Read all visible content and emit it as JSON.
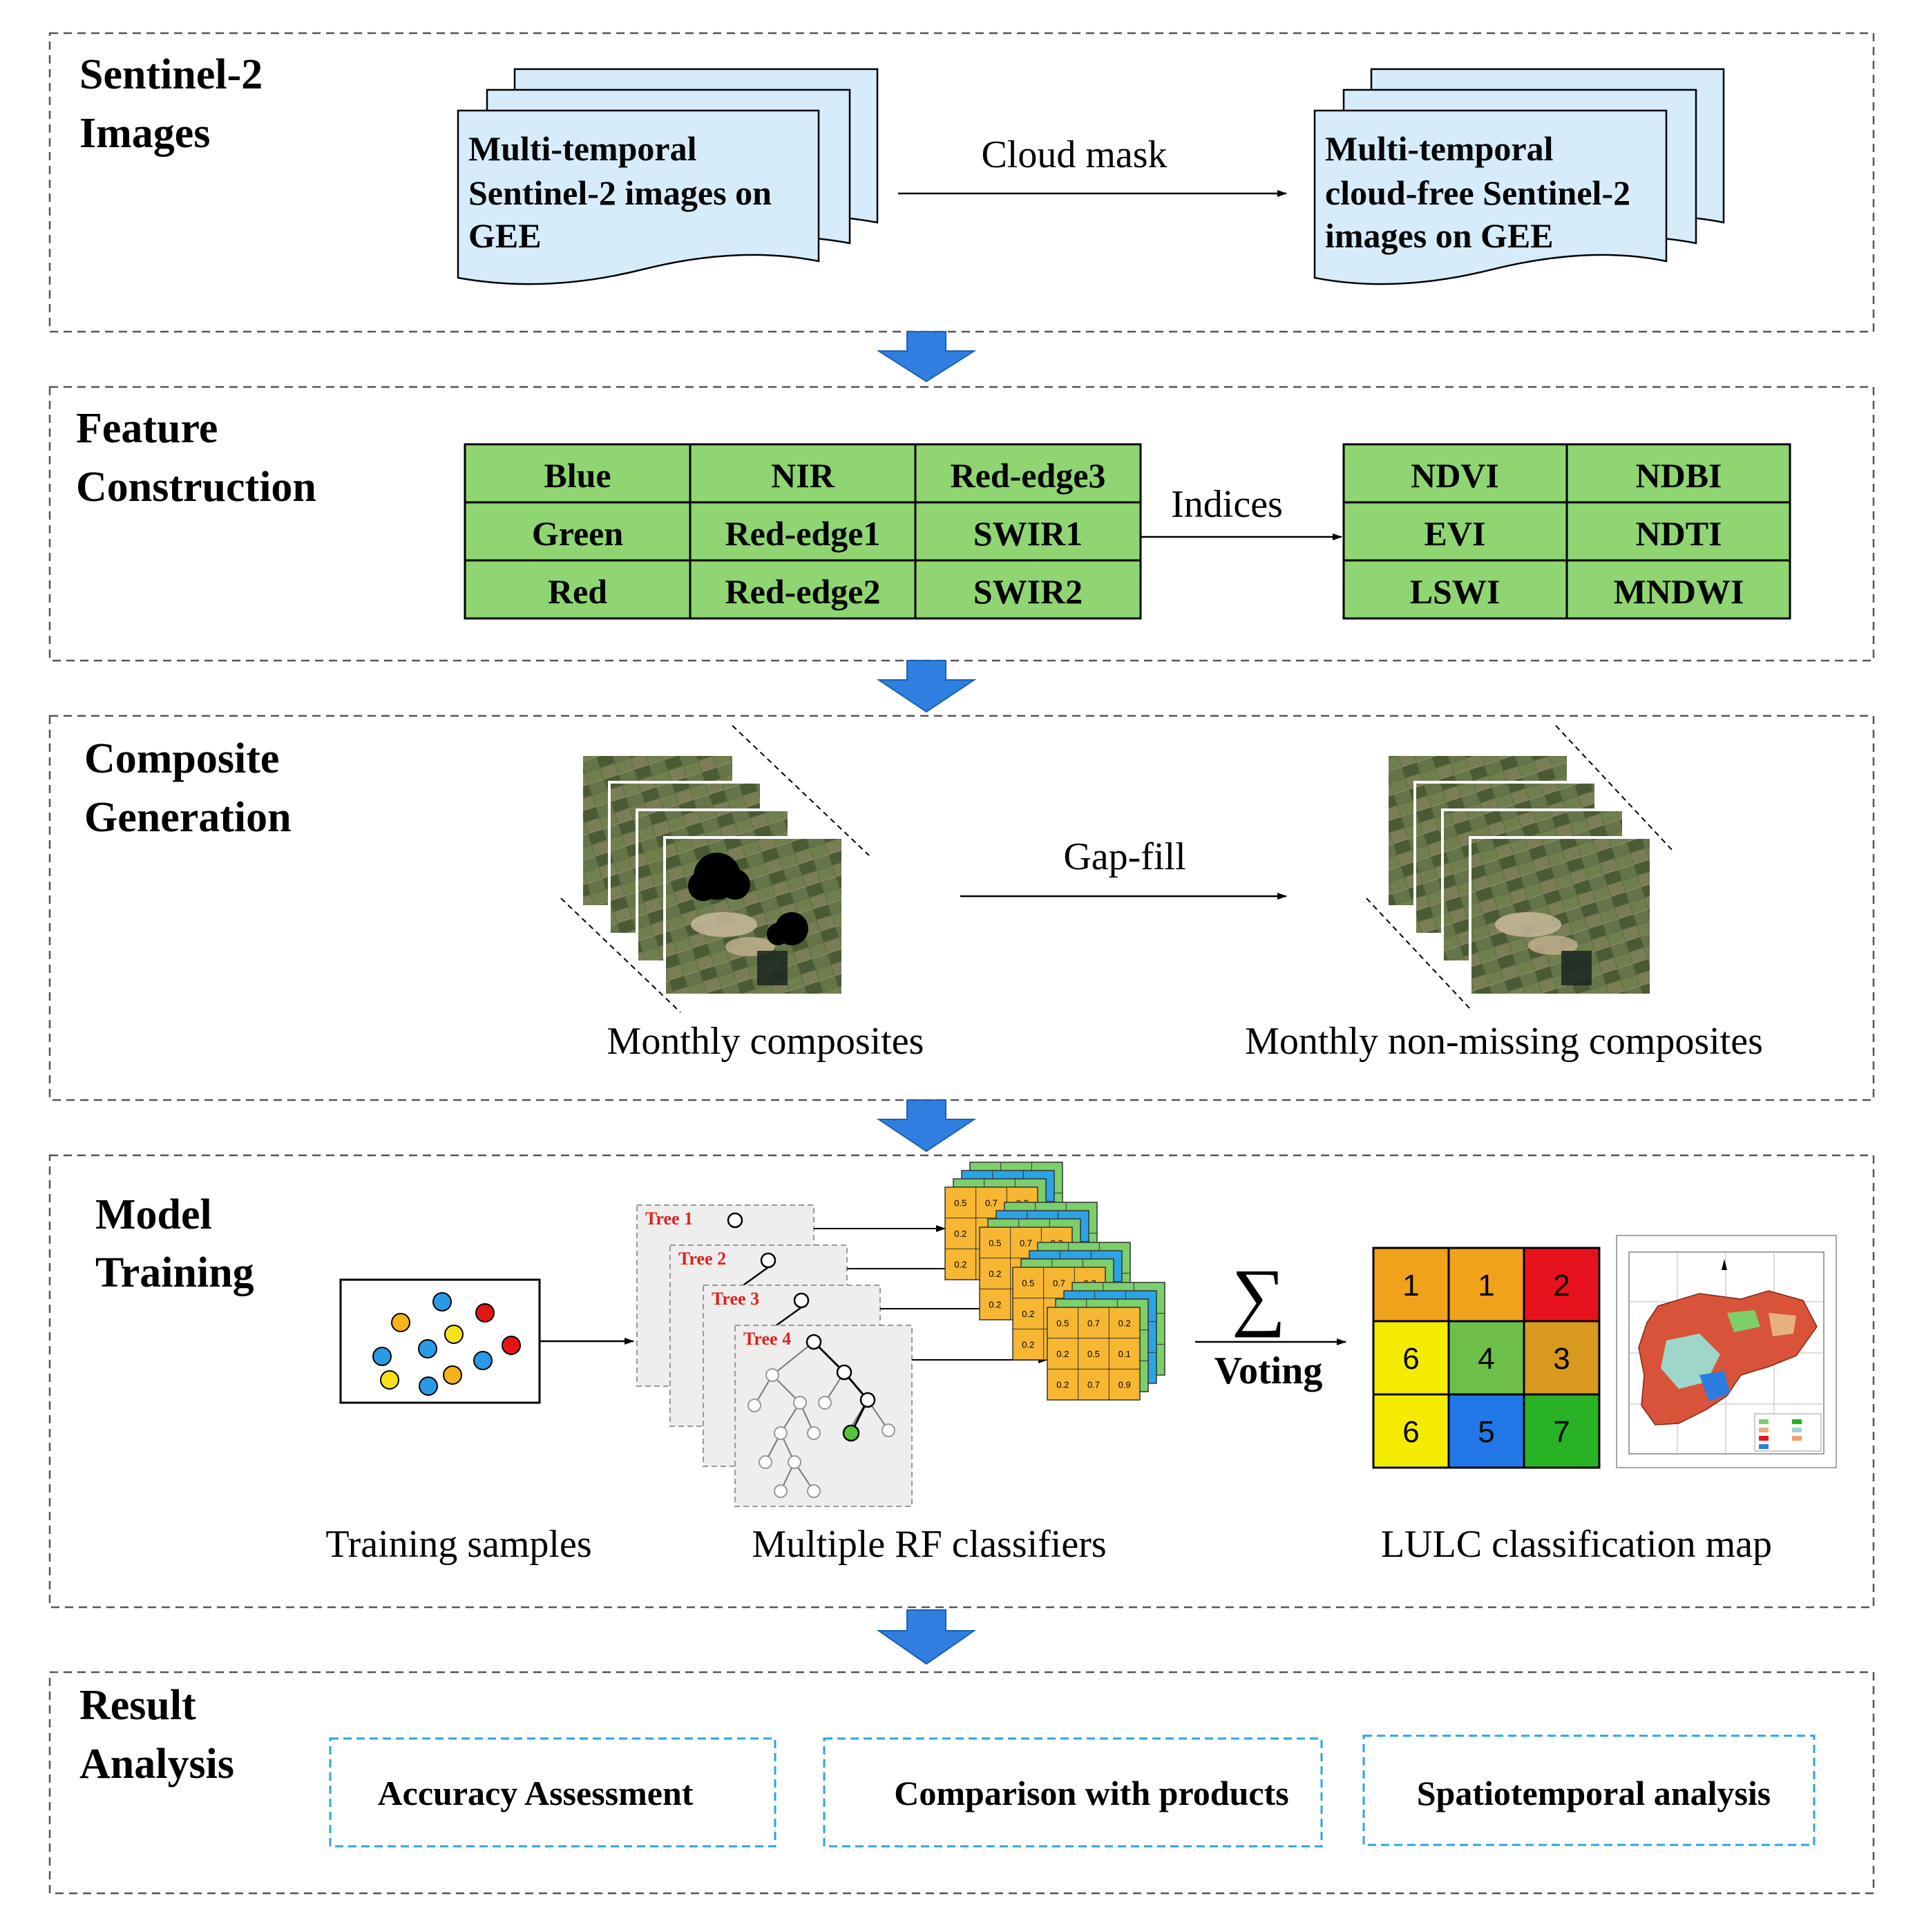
{
  "sections": {
    "sentinel": {
      "title_line1": "Sentinel-2",
      "title_line2": "Images",
      "doc_left": [
        "Multi-temporal",
        "Sentinel-2 images on",
        "GEE"
      ],
      "arrow_label": "Cloud mask",
      "doc_right": [
        "Multi-temporal",
        "cloud-free Sentinel-2",
        "images on GEE"
      ]
    },
    "feature": {
      "title_line1": "Feature",
      "title_line2": "Construction",
      "bands": [
        [
          "Blue",
          "NIR",
          "Red-edge3"
        ],
        [
          "Green",
          "Red-edge1",
          "SWIR1"
        ],
        [
          "Red",
          "Red-edge2",
          "SWIR2"
        ]
      ],
      "arrow_label": "Indices",
      "indices": [
        [
          "NDVI",
          "NDBI"
        ],
        [
          "EVI",
          "NDTI"
        ],
        [
          "LSWI",
          "MNDWI"
        ]
      ]
    },
    "composite": {
      "title_line1": "Composite",
      "title_line2": "Generation",
      "arrow_label": "Gap-fill",
      "caption_left": "Monthly composites",
      "caption_right": "Monthly non-missing composites"
    },
    "model": {
      "title_line1": "Model",
      "title_line2": "Training",
      "trees": [
        "Tree 1",
        "Tree 2",
        "Tree 3",
        "Tree 4"
      ],
      "grid_values": [
        [
          "0.5",
          "0.7",
          "0.2"
        ],
        [
          "0.2",
          "0.5",
          "0.1"
        ],
        [
          "0.2",
          "0.7",
          "0.9"
        ]
      ],
      "sum_symbol": "∑",
      "voting_label": "Voting",
      "class_grid": [
        [
          "1",
          "1",
          "2"
        ],
        [
          "6",
          "4",
          "3"
        ],
        [
          "6",
          "5",
          "7"
        ]
      ],
      "caption_samples": "Training samples",
      "caption_rf": "Multiple RF classifiers",
      "caption_map": "LULC classification map"
    },
    "result": {
      "title_line1": "Result",
      "title_line2": "Analysis",
      "boxes": [
        "Accuracy Assessment",
        "Comparison with products",
        "Spatiotemporal analysis"
      ]
    }
  },
  "colors": {
    "doc_fill": "#d6ecfb",
    "band_fill": "#8fd672",
    "flow_arrow": "#2f7fe0",
    "tree_label": "#e0201e",
    "result_border": "#2ba3e6",
    "class_colors": {
      "1": "#f0a21a",
      "2": "#e8121c",
      "3": "#d79a1e",
      "4": "#6cc04a",
      "5": "#1f78e6",
      "6": "#f4ec00",
      "7": "#27b324"
    }
  }
}
